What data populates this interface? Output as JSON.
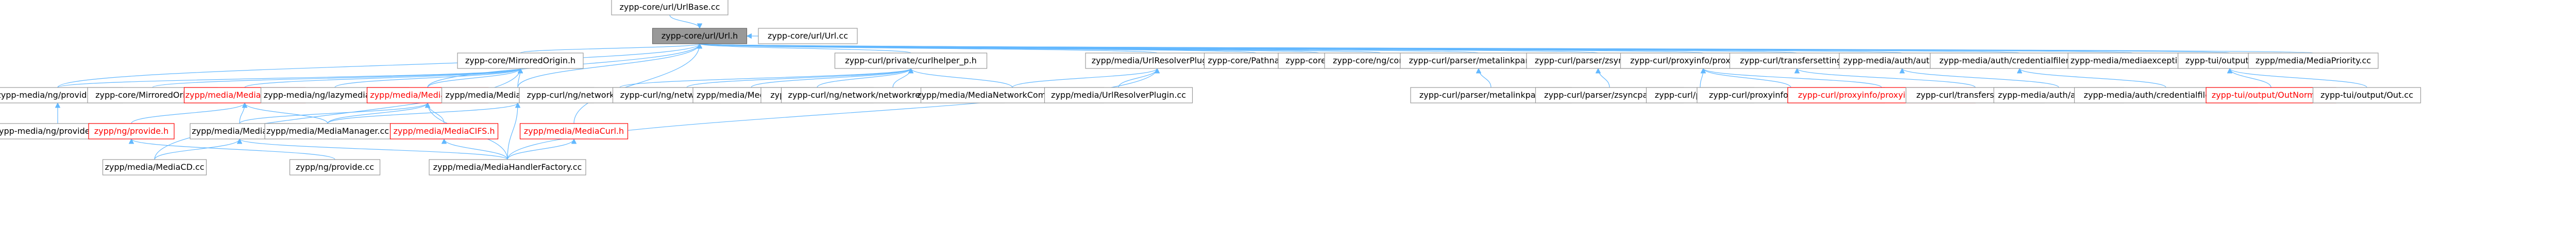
{
  "graph": {
    "edge_color": "#63b8ff",
    "node_border_color": "#999999",
    "root_fill_color": "#999999",
    "broken_link_color": "#ff0000",
    "nodes": [
      {
        "id": "root",
        "label": "zypp-core/url/Url.h",
        "style": "root"
      },
      {
        "id": "url_cc",
        "label": "zypp-core/url/Url.cc"
      },
      {
        "id": "urlbase_cc",
        "label": "zypp-core/url/UrlBase.cc"
      },
      {
        "id": "mirrored_h",
        "label": "zypp-core/MirroredOrigin.h"
      },
      {
        "id": "curlhelper_h",
        "label": "zypp-curl/private/curlhelper_p.h"
      },
      {
        "id": "urlresolver_h",
        "label": "zypp/media/UrlResolverPlugin.h"
      },
      {
        "id": "pathname_cc",
        "label": "zypp-core/Pathname.cc"
      },
      {
        "id": "zypp_url_cc",
        "label": "zypp-core/Url.cc"
      },
      {
        "id": "ng_url_cc",
        "label": "zypp-core/ng/core/url.h"
      },
      {
        "id": "metalink_h",
        "label": "zypp-curl/parser/metalinkparser.h"
      },
      {
        "id": "zsync_h",
        "label": "zypp-curl/parser/zsyncparser.h"
      },
      {
        "id": "proxyinfo_h",
        "label": "zypp-curl/proxyinfo/proxyinfoimpl.h"
      },
      {
        "id": "transfersettings_h",
        "label": "zypp-curl/transfersettings.h"
      },
      {
        "id": "authdata_h",
        "label": "zypp-media/auth/authdata.h"
      },
      {
        "id": "credfilereader_h",
        "label": "zypp-media/auth/credentialfilereader.h"
      },
      {
        "id": "mediaexception_h",
        "label": "zypp-media/mediaexception.h"
      },
      {
        "id": "output_h",
        "label": "zypp-tui/output/Out.h"
      },
      {
        "id": "mediapriority_cc",
        "label": "zypp/media/MediaPriority.cc"
      },
      {
        "id": "providespec_h",
        "label": "zypp-media/ng/providespec.h"
      },
      {
        "id": "mirrored_cc",
        "label": "zypp-core/MirroredOrigin.cc"
      },
      {
        "id": "mediamanager_h",
        "label": "zypp/media/MediaManager.h",
        "style": "red"
      },
      {
        "id": "lazymediahandle_h",
        "label": "zypp-media/ng/lazymediahandle.h"
      },
      {
        "id": "mediahandler_h",
        "label": "zypp/media/MediaHandler.h",
        "style": "red"
      },
      {
        "id": "mhfactory_h",
        "label": "zypp/media/MediaHandlerFactory.h"
      },
      {
        "id": "curlnetreq_cc",
        "label": "zypp-curl/ng/network/networkrequesterror.cc"
      },
      {
        "id": "curlrequest_cc",
        "label": "zypp-curl/ng/network/request.cc"
      },
      {
        "id": "mediacurl2_cc",
        "label": "zypp/media/MediaCurl2.cc"
      },
      {
        "id": "curlhelper_cc",
        "label": "zypp-curl/curlhelper.cc"
      },
      {
        "id": "dispatcher_cc",
        "label": "zypp-curl/ng/network/networkrequestdispatcher.cc"
      },
      {
        "id": "netcommon_cc",
        "label": "zypp/media/MediaNetworkCommonHandler.cc"
      },
      {
        "id": "urlresolver_cc",
        "label": "zypp/media/UrlResolverPlugin.cc"
      },
      {
        "id": "metalink_cc",
        "label": "zypp-curl/parser/metalinkparser.cc"
      },
      {
        "id": "zsync_cc",
        "label": "zypp-curl/parser/zsyncparser.cc"
      },
      {
        "id": "proxyinfo_cc",
        "label": "zypp-curl/proxyinfo.cc"
      },
      {
        "id": "libproxy_cc",
        "label": "zypp-curl/proxyinfo/proxyinfolibproxy.cc"
      },
      {
        "id": "proxysysconfig_h",
        "label": "zypp-curl/proxyinfo/proxyinfosysconfig.h",
        "style": "red"
      },
      {
        "id": "transfersettings_cc",
        "label": "zypp-curl/transfersettings.cc"
      },
      {
        "id": "authdata_cc",
        "label": "zypp-media/auth/authdata.cc"
      },
      {
        "id": "credfilereader_cc",
        "label": "zypp-media/auth/credentialfilereader.cc"
      },
      {
        "id": "outnormal_h",
        "label": "zypp-tui/output/OutNormal.h",
        "style": "red"
      },
      {
        "id": "output_cc",
        "label": "zypp-tui/output/Out.cc"
      },
      {
        "id": "providespec_cc",
        "label": "zypp-media/ng/providespec.cc"
      },
      {
        "id": "provide_h",
        "label": "zypp/ng/provide.h",
        "style": "red"
      },
      {
        "id": "mediacd_h",
        "label": "zypp/media/MediaCD.h"
      },
      {
        "id": "mediamanager_cc",
        "label": "zypp/media/MediaManager.cc"
      },
      {
        "id": "mediacifs_h",
        "label": "zypp/media/MediaCIFS.h",
        "style": "red"
      },
      {
        "id": "mediacurl_h",
        "label": "zypp/media/MediaCurl.h",
        "style": "red"
      },
      {
        "id": "mediacd_cc",
        "label": "zypp/media/MediaCD.cc"
      },
      {
        "id": "provide_cc",
        "label": "zypp/ng/provide.cc"
      },
      {
        "id": "mhfactory_cc",
        "label": "zypp/media/MediaHandlerFactory.cc"
      }
    ]
  }
}
